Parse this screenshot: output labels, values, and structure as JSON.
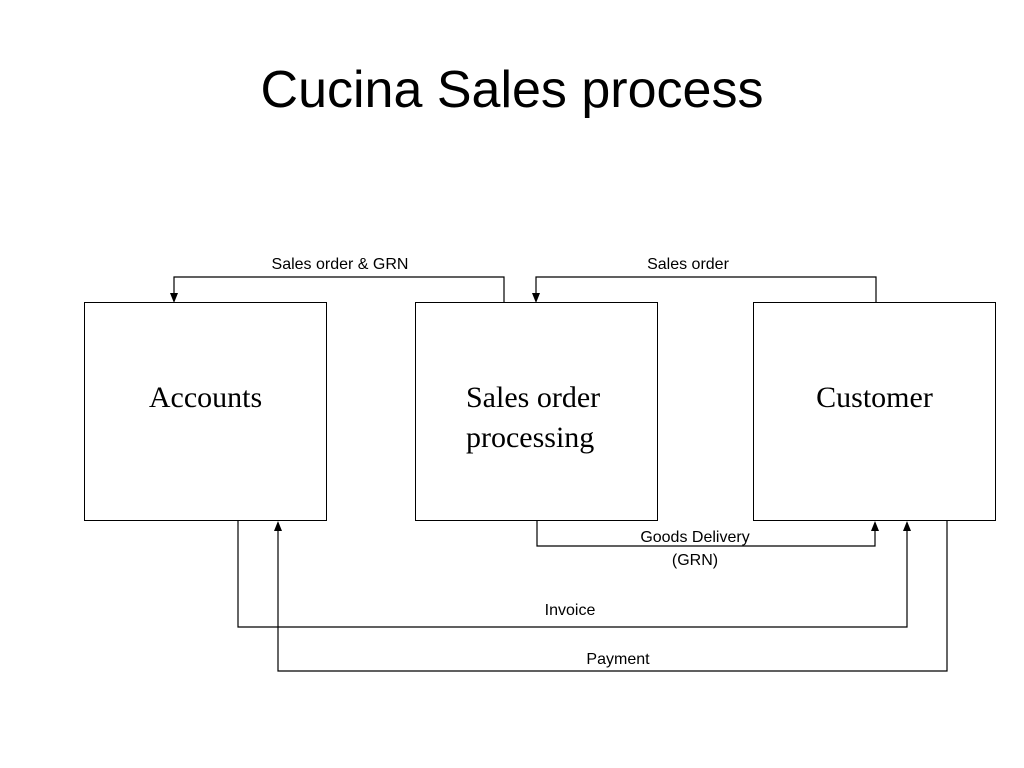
{
  "title": "Cucina Sales process",
  "nodes": {
    "accounts": "Accounts",
    "sales_order_processing_line1": "Sales order",
    "sales_order_processing_line2": "processing",
    "customer": "Customer"
  },
  "edges": {
    "sales_order_grn": "Sales order & GRN",
    "sales_order": "Sales order",
    "goods_delivery_line1": "Goods Delivery",
    "goods_delivery_line2": "(GRN)",
    "invoice": "Invoice",
    "payment": "Payment"
  }
}
